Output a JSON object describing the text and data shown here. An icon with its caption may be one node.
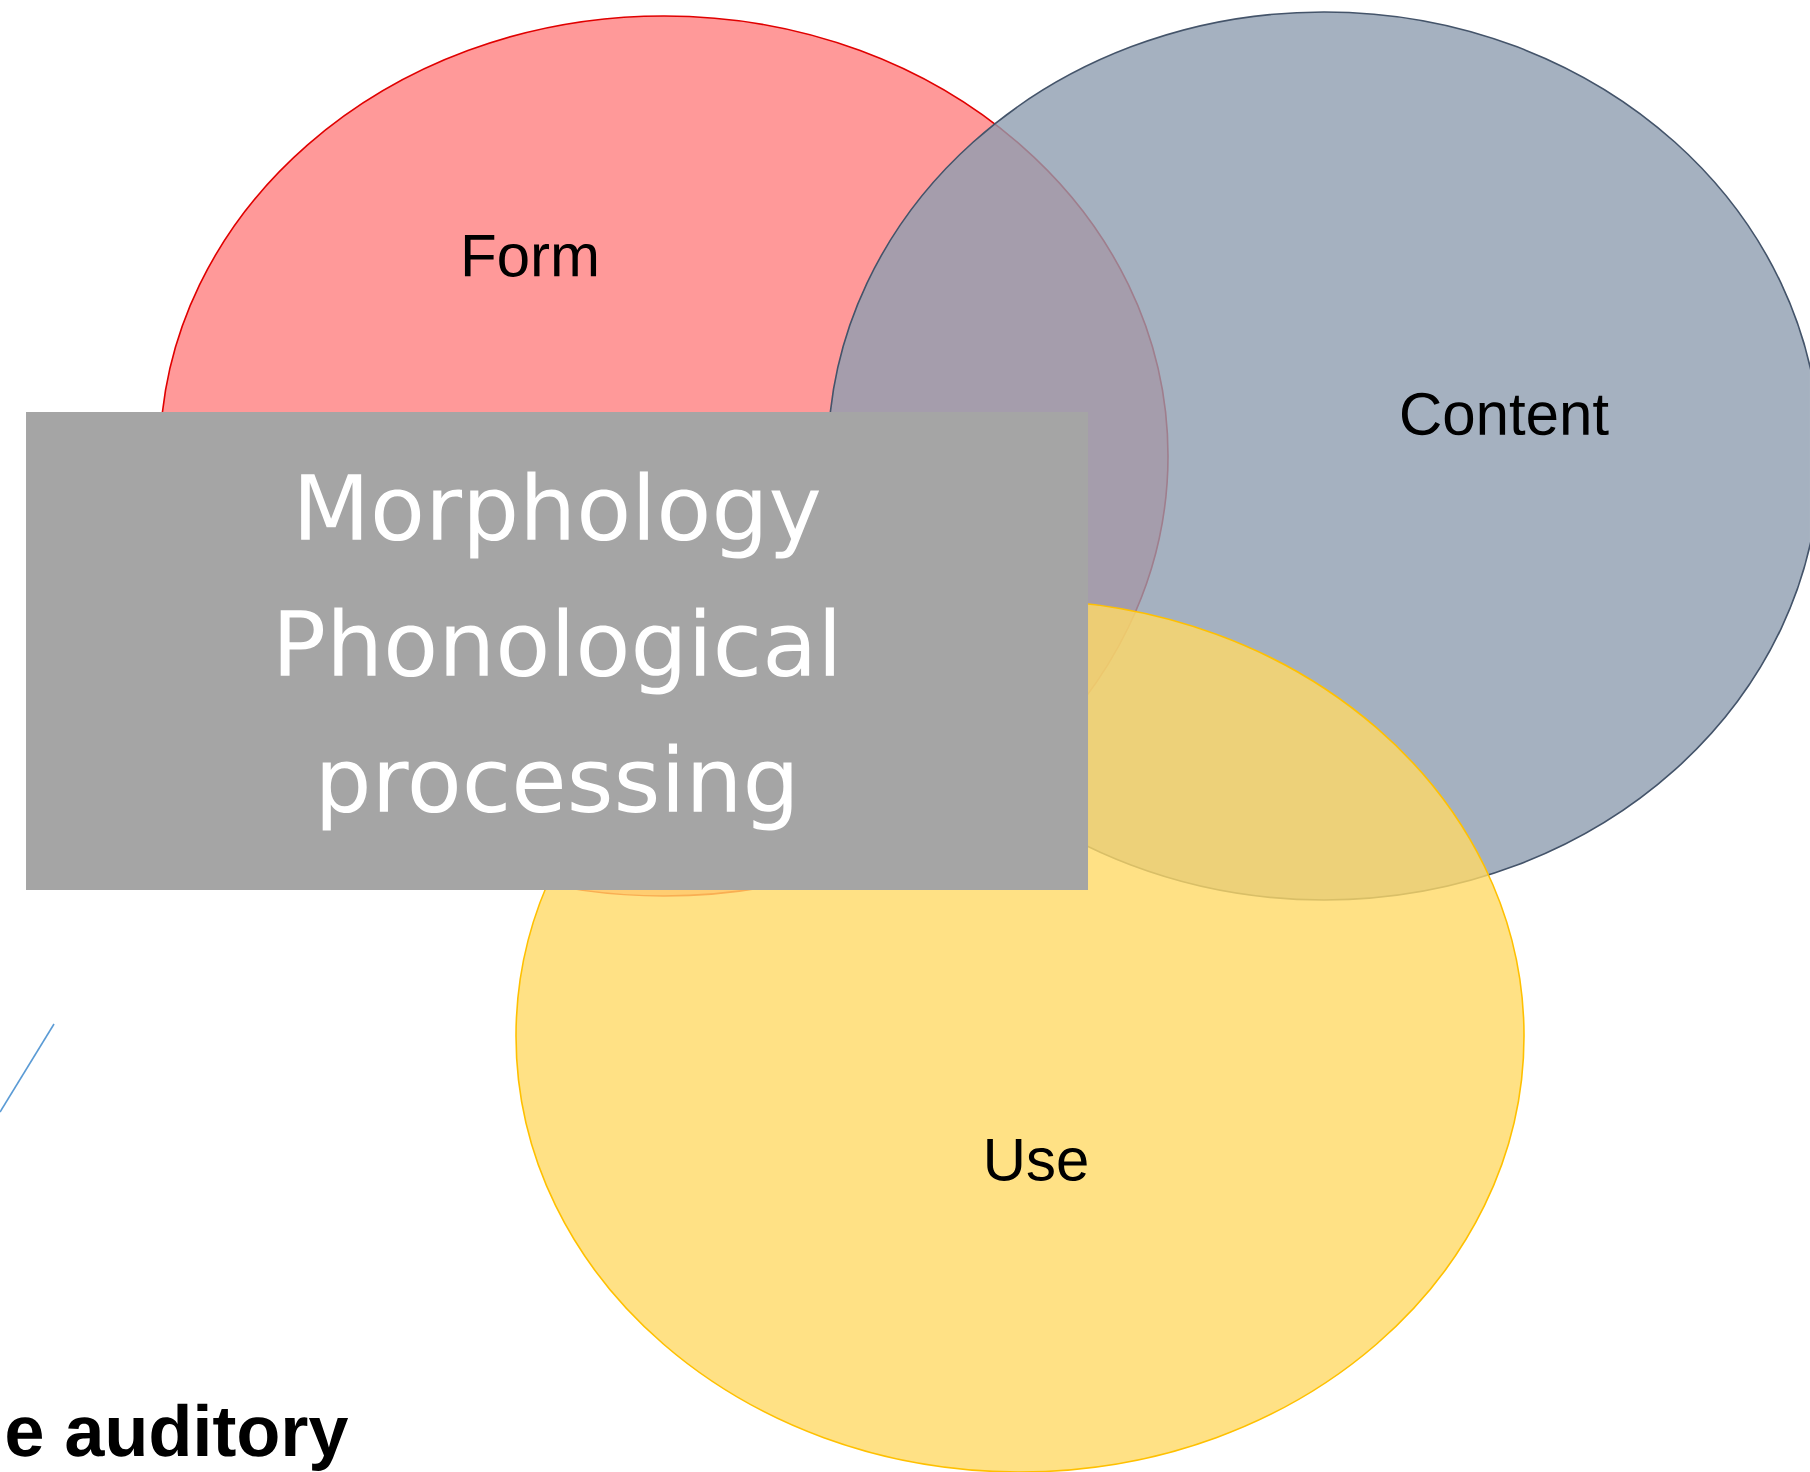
{
  "diagram": {
    "nodes": [
      {
        "text": [
          "Form"
        ]
      },
      {
        "text": [
          "Content"
        ]
      },
      {
        "text": [
          "Use"
        ]
      },
      {
        "text": [
          "Morphology Phonological processing"
        ]
      }
    ],
    "labels": [
      "e auditory"
    ]
  }
}
